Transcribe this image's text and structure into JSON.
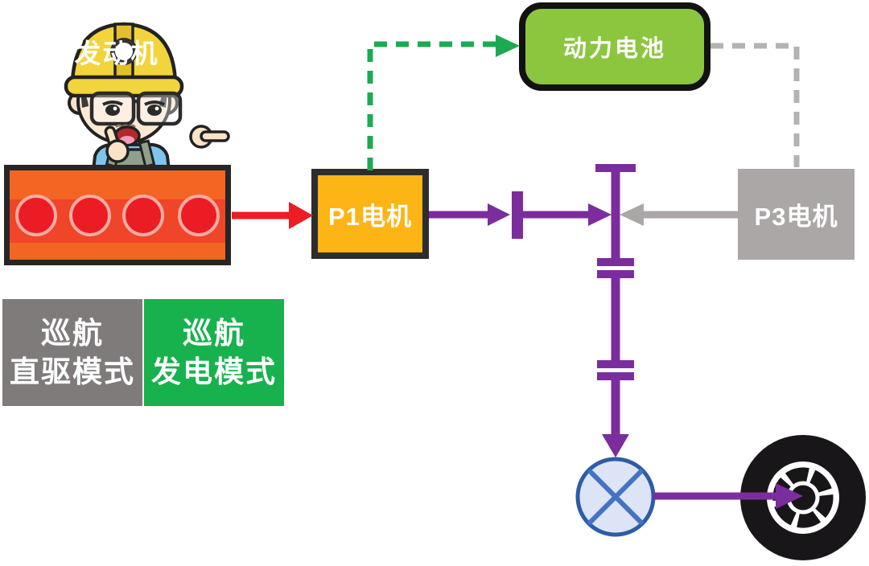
{
  "nodes": {
    "battery": {
      "label": "动力电池",
      "fill": "#8CC63F"
    },
    "engine": {
      "label": "发动机",
      "fill": "#F26522",
      "band_fill": "#EF4528",
      "cylinder_fill": "#EC1C24",
      "cylinder_count": 4
    },
    "p1_motor": {
      "label": "P1电机",
      "fill": "#FDB515"
    },
    "p3_motor": {
      "label": "P3电机",
      "fill": "#ABA7A7"
    }
  },
  "mode_tags": [
    {
      "line1": "巡航",
      "line2": "直驱模式",
      "fill": "#7F7B7B"
    },
    {
      "line1": "巡航",
      "line2": "发电模式",
      "fill": "#17B14E"
    }
  ],
  "edges": [
    {
      "from": "engine",
      "to": "p1_motor",
      "style": "solid",
      "color": "#EE1C25"
    },
    {
      "from": "p1_motor",
      "to": "battery",
      "style": "dashed",
      "color": "#1CAB52"
    },
    {
      "from": "battery",
      "to": "p3_motor",
      "style": "dashed",
      "color": "#B5B2B2"
    },
    {
      "from": "p1_motor",
      "to": "gear-shaft",
      "style": "solid",
      "color": "#7B2D9E",
      "through": "clutch"
    },
    {
      "from": "p3_motor",
      "to": "gear-shaft",
      "style": "solid",
      "color": "#ABA7A7"
    },
    {
      "from": "gear-shaft",
      "to": "differential",
      "style": "solid",
      "color": "#7B2D9E"
    },
    {
      "from": "differential",
      "to": "wheel",
      "style": "solid",
      "color": "#7B2D9E"
    }
  ],
  "colors": {
    "purple": "#7B2D9E",
    "red": "#EE1C25",
    "green_dash": "#1CAB52",
    "gray_dash": "#B5B2B2",
    "diff_fill": "#DCE4F6",
    "diff_stroke": "#2E5CA6",
    "diff_cross": "#4472C4",
    "wheel_black": "#19161A"
  },
  "icons": {
    "wheel": "wheel-icon",
    "differential": "differential-icon",
    "mascot": "engineer-mascot-icon"
  }
}
